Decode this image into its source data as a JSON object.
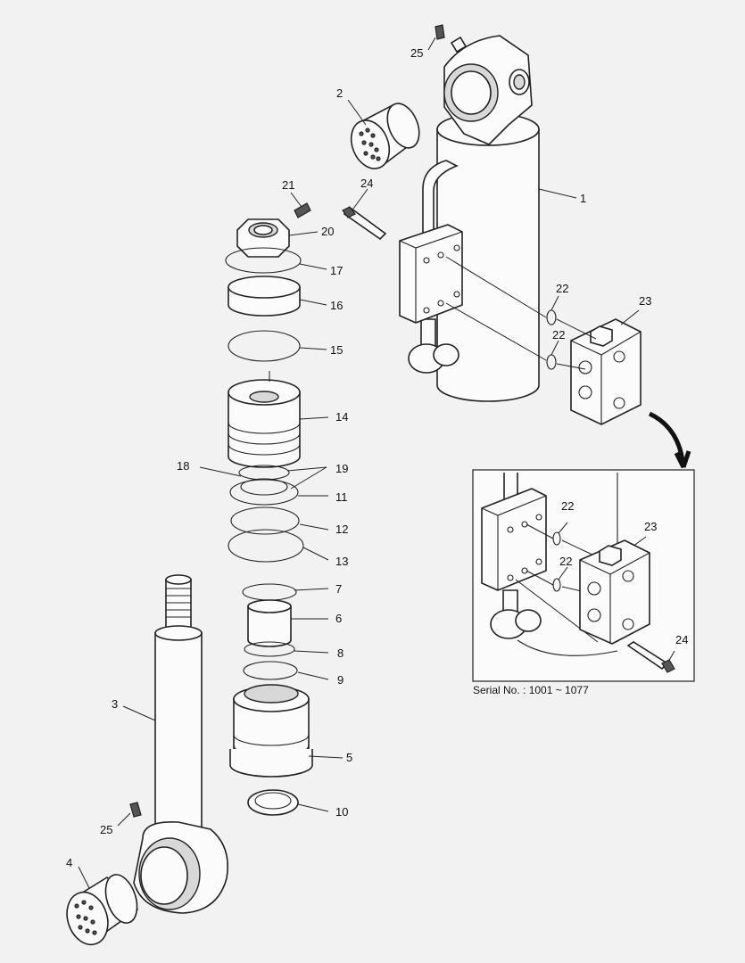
{
  "labels": {
    "l1": "1",
    "l2": "2",
    "l3": "3",
    "l4": "4",
    "l5": "5",
    "l6": "6",
    "l7": "7",
    "l8": "8",
    "l9": "9",
    "l10": "10",
    "l11": "11",
    "l12": "12",
    "l13": "13",
    "l14": "14",
    "l15": "15",
    "l16": "16",
    "l17": "17",
    "l18": "18",
    "l19": "19",
    "l20": "20",
    "l21": "21",
    "l22a": "22",
    "l22b": "22",
    "l23": "23",
    "l24": "24",
    "l25a": "25",
    "l25b": "25",
    "i22a": "22",
    "i22b": "22",
    "i23": "23",
    "i24": "24"
  },
  "serial_note": "Serial No. : 1001 ~ 1077"
}
